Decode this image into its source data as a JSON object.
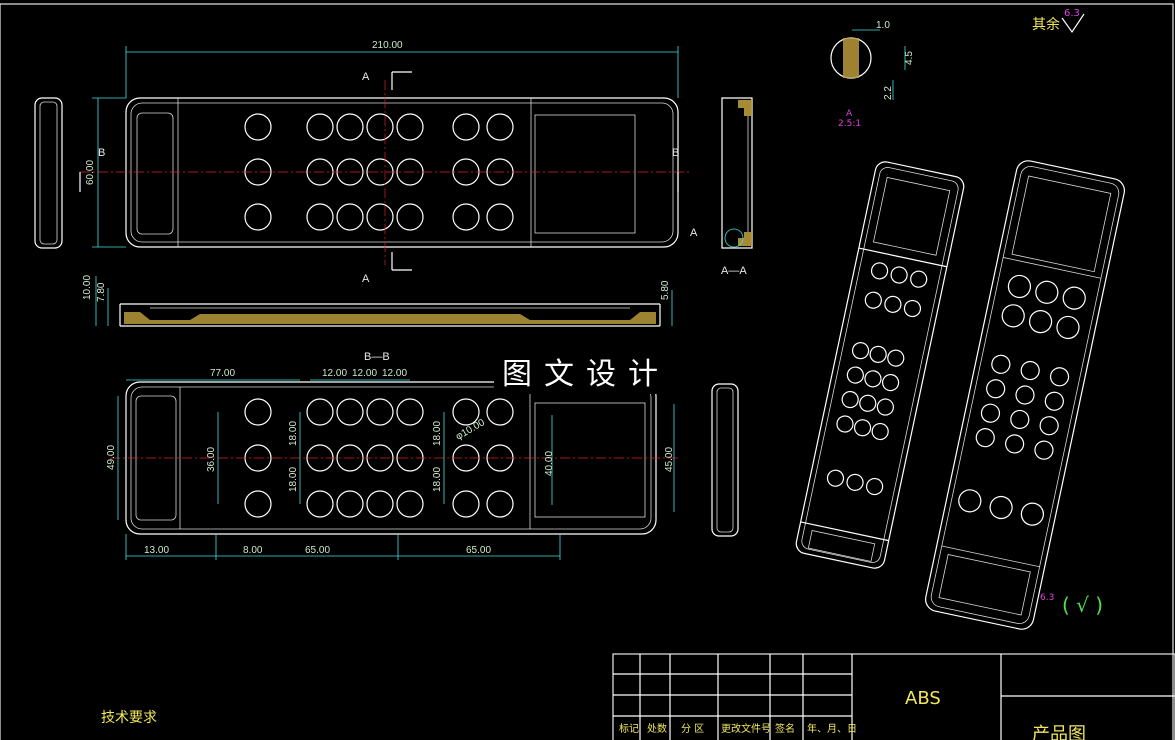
{
  "drawing": {
    "watermark": "图文设计",
    "roughness_note": "其余",
    "roughness_value": "6.3",
    "detail_roughness": "6.3",
    "detail_label": "A",
    "detail_scale": "2.5:1",
    "check_mark": "( √ )",
    "tech_req": "技术要求"
  },
  "top_view": {
    "dims": [
      "210.00",
      "60.00"
    ],
    "section_marks": [
      "A",
      "A",
      "B",
      "B"
    ]
  },
  "section_bb": {
    "label": "B—B",
    "dims": [
      "10.00",
      "7.80",
      "5.80"
    ]
  },
  "section_aa": {
    "label": "A—A",
    "mark": "A"
  },
  "detail_dims": [
    "1.0",
    "4.5",
    "2.2"
  ],
  "bottom_view": {
    "dims_top": [
      "77.00",
      "12.00",
      "12.00",
      "12.00"
    ],
    "dims_left": [
      "49.00",
      "36.00"
    ],
    "dims_inner": [
      "18.00",
      "18.00",
      "18.00",
      "18.00",
      "φ10.00"
    ],
    "dims_right": [
      "40.00",
      "45.00"
    ],
    "dims_bottom": [
      "13.00",
      "8.00",
      "65.00",
      "65.00"
    ]
  },
  "title_block": {
    "material": "ABS",
    "headers": [
      "标记",
      "处数",
      "分 区",
      "更改文件号",
      "签名",
      "年、月、日"
    ],
    "title": "产品图"
  }
}
